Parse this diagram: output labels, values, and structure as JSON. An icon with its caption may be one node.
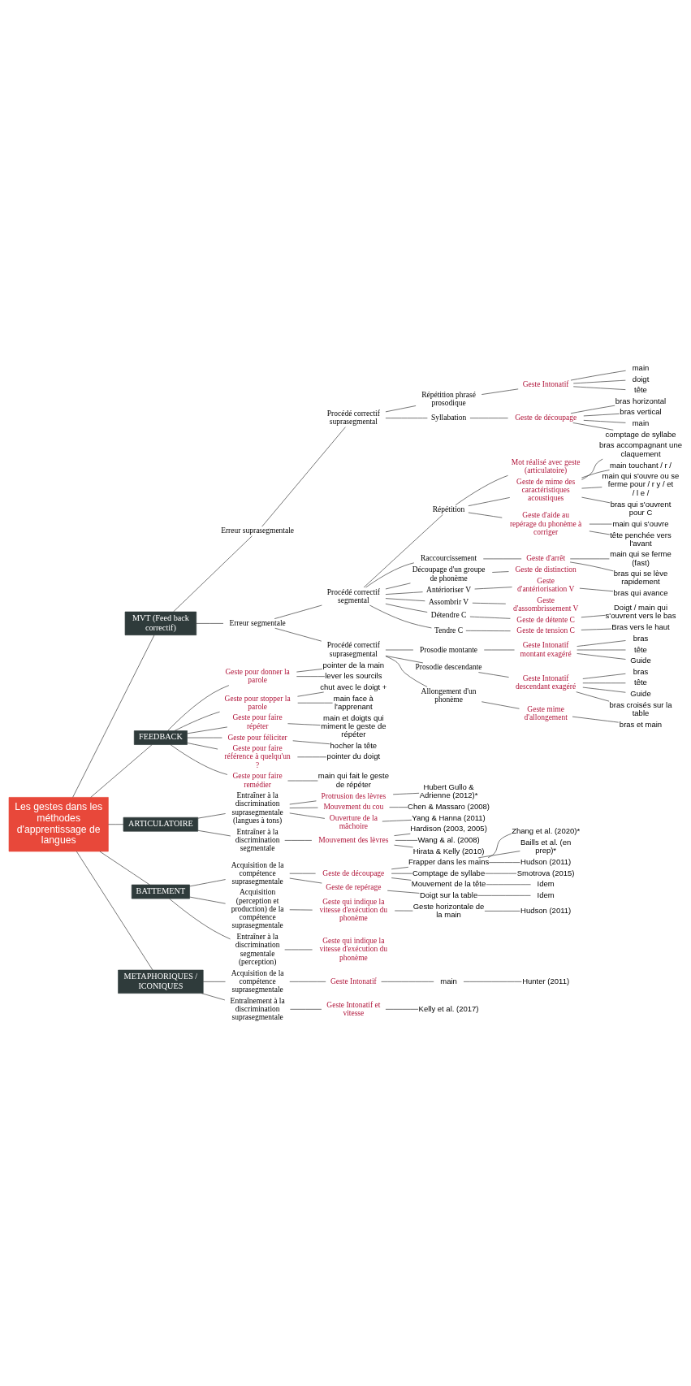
{
  "diagram": {
    "nodes": [
      {
        "text": [
          "Les gestes dans les méthodes d'apprentissage de langues"
        ]
      },
      {
        "text": [
          "MVT (Feed back correctif)"
        ]
      },
      {
        "text": [
          "Erreur suprasegmentale"
        ]
      },
      {
        "text": [
          "Procédé correctif suprasegmental"
        ]
      },
      {
        "text": [
          "Répétition phrasé prosodique"
        ]
      },
      {
        "text": [
          "Geste Intonatif"
        ]
      },
      {
        "text": [
          "main"
        ]
      },
      {
        "text": [
          "doigt"
        ]
      },
      {
        "text": [
          "tête"
        ]
      },
      {
        "text": [
          "Syllabation"
        ]
      },
      {
        "text": [
          "Geste de découpage"
        ]
      },
      {
        "text": [
          "bras horizontal"
        ]
      },
      {
        "text": [
          "bras vertical"
        ]
      },
      {
        "text": [
          "main"
        ]
      },
      {
        "text": [
          "comptage de syllabe"
        ]
      },
      {
        "text": [
          "Erreur segmentale"
        ]
      },
      {
        "text": [
          "Procédé correctif segmental"
        ]
      },
      {
        "text": [
          "Répétition"
        ]
      },
      {
        "text": [
          "Mot réalisé avec geste (articulatoire)"
        ]
      },
      {
        "text": [
          "Geste de mime des caractéristiques acoustiques"
        ]
      },
      {
        "text": [
          "bras accompagnant une claquement"
        ]
      },
      {
        "text": [
          "main touchant / r /"
        ]
      },
      {
        "text": [
          "main qui s'ouvre ou se ferme pour / r y / et / l e /"
        ]
      },
      {
        "text": [
          "bras qui s'ouvrent pour C"
        ]
      },
      {
        "text": [
          "Geste d'aide au repérage du phonème à corriger"
        ]
      },
      {
        "text": [
          "main qui s'ouvre"
        ]
      },
      {
        "text": [
          "tête penchée vers l'avant"
        ]
      },
      {
        "text": [
          "Raccourcissement"
        ]
      },
      {
        "text": [
          "Geste d'arrêt"
        ]
      },
      {
        "text": [
          "main qui se ferme (fast)"
        ]
      },
      {
        "text": [
          "bras qui se lève rapidement"
        ]
      },
      {
        "text": [
          "Découpage d'un groupe de phonème"
        ]
      },
      {
        "text": [
          "Geste de distinction"
        ]
      },
      {
        "text": [
          "Antérioriser V"
        ]
      },
      {
        "text": [
          "Geste d'antériorisation V"
        ]
      },
      {
        "text": [
          "bras qui avance"
        ]
      },
      {
        "text": [
          "Assombrir V"
        ]
      },
      {
        "text": [
          "Geste d'assombrissement V"
        ]
      },
      {
        "text": [
          "Détendre C"
        ]
      },
      {
        "text": [
          "Geste de détente C"
        ]
      },
      {
        "text": [
          "Doigt / main qui s'ouvrent vers le bas"
        ]
      },
      {
        "text": [
          "Tendre C"
        ]
      },
      {
        "text": [
          "Geste de tension C"
        ]
      },
      {
        "text": [
          "Bras vers le haut"
        ]
      },
      {
        "text": [
          "Procédé correctif suprasegmental"
        ]
      },
      {
        "text": [
          "Prosodie montante"
        ]
      },
      {
        "text": [
          "Geste Intonatif montant exagéré"
        ]
      },
      {
        "text": [
          "bras"
        ]
      },
      {
        "text": [
          "tête"
        ]
      },
      {
        "text": [
          "Guide"
        ]
      },
      {
        "text": [
          "Prosodie descendante"
        ]
      },
      {
        "text": [
          "Geste Intonatif descendant exagéré"
        ]
      },
      {
        "text": [
          "bras"
        ]
      },
      {
        "text": [
          "tête"
        ]
      },
      {
        "text": [
          "Guide"
        ]
      },
      {
        "text": [
          "bras croisés sur la table"
        ]
      },
      {
        "text": [
          "Allongement d'un phonème"
        ]
      },
      {
        "text": [
          "Geste mime d'allongement"
        ]
      },
      {
        "text": [
          "bras et main"
        ]
      },
      {
        "text": [
          "FEEDBACK"
        ]
      },
      {
        "text": [
          "Geste pour donner la parole"
        ]
      },
      {
        "text": [
          "pointer de la main"
        ]
      },
      {
        "text": [
          "lever les sourcils"
        ]
      },
      {
        "text": [
          "Geste pour stopper la parole"
        ]
      },
      {
        "text": [
          "chut avec le doigt +"
        ]
      },
      {
        "text": [
          "main face à l'apprenant"
        ]
      },
      {
        "text": [
          "Geste pour faire répéter"
        ]
      },
      {
        "text": [
          "main et doigts qui miment le geste de répéter"
        ]
      },
      {
        "text": [
          "Geste pour féliciter"
        ]
      },
      {
        "text": [
          "hocher la tête"
        ]
      },
      {
        "text": [
          "Geste pour faire référence à quelqu'un ?"
        ]
      },
      {
        "text": [
          "pointer du doigt"
        ]
      },
      {
        "text": [
          "Geste pour faire remédier"
        ]
      },
      {
        "text": [
          "main qui fait le geste de répéter"
        ]
      },
      {
        "text": [
          "ARTICULATOIRE"
        ]
      },
      {
        "text": [
          "Entraîner à la discrimination suprasegmentale (langues à tons)"
        ]
      },
      {
        "text": [
          "Protrusion des lèvres"
        ]
      },
      {
        "text": [
          "Hubert Gullo & Adrienne (2012)*"
        ]
      },
      {
        "text": [
          "Mouvement du cou"
        ]
      },
      {
        "text": [
          "Chen & Massaro (2008)"
        ]
      },
      {
        "text": [
          "Ouverture de la mâchoire"
        ]
      },
      {
        "text": [
          "Yang & Hanna (2011)"
        ]
      },
      {
        "text": [
          "Entraîner à la discrimination segmentale"
        ]
      },
      {
        "text": [
          "Mouvement des lèvres"
        ]
      },
      {
        "text": [
          "Hardison (2003, 2005)"
        ]
      },
      {
        "text": [
          "Wang & al. (2008)"
        ]
      },
      {
        "text": [
          "Hirata & Kelly (2010)"
        ]
      },
      {
        "text": [
          "BATTEMENT"
        ]
      },
      {
        "text": [
          "Acquisition de la compétence suprasegmentale"
        ]
      },
      {
        "text": [
          "Geste de découpage"
        ]
      },
      {
        "text": [
          "Frapper dans les mains"
        ]
      },
      {
        "text": [
          "Zhang et al. (2020)*"
        ]
      },
      {
        "text": [
          "Baills et al. (en prep)*"
        ]
      },
      {
        "text": [
          "Hudson (2011)"
        ]
      },
      {
        "text": [
          "Comptage de syllabe"
        ]
      },
      {
        "text": [
          "Smotrova (2015)"
        ]
      },
      {
        "text": [
          "Mouvement de la tête"
        ]
      },
      {
        "text": [
          "Idem"
        ]
      },
      {
        "text": [
          "Geste de repérage"
        ]
      },
      {
        "text": [
          "Doigt sur la table"
        ]
      },
      {
        "text": [
          "Idem"
        ]
      },
      {
        "text": [
          "Acquisition (perception et production) de la compétence suprasegmentale"
        ]
      },
      {
        "text": [
          "Geste qui indique la vitesse d'exécution du phonème"
        ]
      },
      {
        "text": [
          "Geste horizontale de la main"
        ]
      },
      {
        "text": [
          "Hudson (2011)"
        ]
      },
      {
        "text": [
          "Entraîner à la discrimination segmentale (perception)"
        ]
      },
      {
        "text": [
          "Geste qui indique la vitesse d'exécution du phonème"
        ]
      },
      {
        "text": [
          "METAPHORIQUES / ICONIQUES"
        ]
      },
      {
        "text": [
          "Acquisition de la compétence suprasegmentale"
        ]
      },
      {
        "text": [
          "Geste Intonatif"
        ]
      },
      {
        "text": [
          "main"
        ]
      },
      {
        "text": [
          "Hunter (2011)"
        ]
      },
      {
        "text": [
          "Entraînement à la discrimination suprasegmentale"
        ]
      },
      {
        "text": [
          "Geste Intonatif et vitesse"
        ]
      },
      {
        "text": [
          "Kelly et al. (2017)"
        ]
      }
    ],
    "edges": [
      {
        "from": 0,
        "to": 1,
        "arrow": "none"
      },
      {
        "from": 1,
        "to": 2,
        "arrow": "none"
      },
      {
        "from": 2,
        "to": 3,
        "arrow": "none"
      },
      {
        "from": 3,
        "to": 4,
        "arrow": "none"
      },
      {
        "from": 4,
        "to": 5,
        "arrow": "none"
      },
      {
        "from": 5,
        "to": 6,
        "arrow": "none"
      },
      {
        "from": 5,
        "to": 7,
        "arrow": "none"
      },
      {
        "from": 5,
        "to": 8,
        "arrow": "none"
      },
      {
        "from": 3,
        "to": 9,
        "arrow": "none"
      },
      {
        "from": 9,
        "to": 10,
        "arrow": "none"
      },
      {
        "from": 10,
        "to": 11,
        "arrow": "none"
      },
      {
        "from": 10,
        "to": 12,
        "arrow": "none"
      },
      {
        "from": 10,
        "to": 13,
        "arrow": "none"
      },
      {
        "from": 10,
        "to": 14,
        "arrow": "none"
      },
      {
        "from": 1,
        "to": 15,
        "arrow": "none"
      },
      {
        "from": 15,
        "to": 16,
        "arrow": "none"
      },
      {
        "from": 16,
        "to": 17,
        "arrow": "none"
      },
      {
        "from": 17,
        "to": 18,
        "arrow": "none"
      },
      {
        "from": 17,
        "to": 19,
        "arrow": "none"
      },
      {
        "from": 19,
        "to": 20,
        "arrow": "none"
      },
      {
        "from": 19,
        "to": 21,
        "arrow": "none"
      },
      {
        "from": 19,
        "to": 22,
        "arrow": "none"
      },
      {
        "from": 19,
        "to": 23,
        "arrow": "none"
      },
      {
        "from": 17,
        "to": 24,
        "arrow": "none"
      },
      {
        "from": 24,
        "to": 25,
        "arrow": "none"
      },
      {
        "from": 24,
        "to": 26,
        "arrow": "none"
      },
      {
        "from": 16,
        "to": 27,
        "arrow": "none"
      },
      {
        "from": 27,
        "to": 28,
        "arrow": "none"
      },
      {
        "from": 28,
        "to": 29,
        "arrow": "none"
      },
      {
        "from": 28,
        "to": 30,
        "arrow": "none"
      },
      {
        "from": 16,
        "to": 31,
        "arrow": "none"
      },
      {
        "from": 31,
        "to": 32,
        "arrow": "none"
      },
      {
        "from": 16,
        "to": 33,
        "arrow": "none"
      },
      {
        "from": 33,
        "to": 34,
        "arrow": "none"
      },
      {
        "from": 34,
        "to": 35,
        "arrow": "none"
      },
      {
        "from": 16,
        "to": 36,
        "arrow": "none"
      },
      {
        "from": 36,
        "to": 37,
        "arrow": "none"
      },
      {
        "from": 16,
        "to": 38,
        "arrow": "none"
      },
      {
        "from": 38,
        "to": 39,
        "arrow": "none"
      },
      {
        "from": 39,
        "to": 40,
        "arrow": "none"
      },
      {
        "from": 16,
        "to": 41,
        "arrow": "none"
      },
      {
        "from": 41,
        "to": 42,
        "arrow": "none"
      },
      {
        "from": 42,
        "to": 43,
        "arrow": "none"
      },
      {
        "from": 15,
        "to": 44,
        "arrow": "none"
      },
      {
        "from": 44,
        "to": 45,
        "arrow": "none"
      },
      {
        "from": 45,
        "to": 46,
        "arrow": "none"
      },
      {
        "from": 46,
        "to": 47,
        "arrow": "none"
      },
      {
        "from": 46,
        "to": 48,
        "arrow": "none"
      },
      {
        "from": 46,
        "to": 49,
        "arrow": "none"
      },
      {
        "from": 44,
        "to": 50,
        "arrow": "none"
      },
      {
        "from": 50,
        "to": 51,
        "arrow": "none"
      },
      {
        "from": 51,
        "to": 52,
        "arrow": "none"
      },
      {
        "from": 51,
        "to": 53,
        "arrow": "none"
      },
      {
        "from": 51,
        "to": 54,
        "arrow": "none"
      },
      {
        "from": 51,
        "to": 55,
        "arrow": "none"
      },
      {
        "from": 44,
        "to": 56,
        "arrow": "none"
      },
      {
        "from": 56,
        "to": 57,
        "arrow": "none"
      },
      {
        "from": 57,
        "to": 58,
        "arrow": "none"
      },
      {
        "from": 0,
        "to": 59,
        "arrow": "none"
      },
      {
        "from": 59,
        "to": 60,
        "arrow": "none"
      },
      {
        "from": 60,
        "to": 61,
        "arrow": "none"
      },
      {
        "from": 60,
        "to": 62,
        "arrow": "none"
      },
      {
        "from": 59,
        "to": 63,
        "arrow": "none"
      },
      {
        "from": 63,
        "to": 64,
        "arrow": "none"
      },
      {
        "from": 63,
        "to": 65,
        "arrow": "none"
      },
      {
        "from": 59,
        "to": 66,
        "arrow": "none"
      },
      {
        "from": 66,
        "to": 67,
        "arrow": "none"
      },
      {
        "from": 59,
        "to": 68,
        "arrow": "none"
      },
      {
        "from": 68,
        "to": 69,
        "arrow": "none"
      },
      {
        "from": 59,
        "to": 70,
        "arrow": "none"
      },
      {
        "from": 70,
        "to": 71,
        "arrow": "none"
      },
      {
        "from": 59,
        "to": 72,
        "arrow": "none"
      },
      {
        "from": 72,
        "to": 73,
        "arrow": "none"
      },
      {
        "from": 0,
        "to": 74,
        "arrow": "none"
      },
      {
        "from": 74,
        "to": 75,
        "arrow": "none"
      },
      {
        "from": 75,
        "to": 76,
        "arrow": "none"
      },
      {
        "from": 76,
        "to": 77,
        "arrow": "none"
      },
      {
        "from": 75,
        "to": 78,
        "arrow": "none"
      },
      {
        "from": 78,
        "to": 79,
        "arrow": "none"
      },
      {
        "from": 75,
        "to": 80,
        "arrow": "none"
      },
      {
        "from": 80,
        "to": 81,
        "arrow": "none"
      },
      {
        "from": 74,
        "to": 82,
        "arrow": "none"
      },
      {
        "from": 82,
        "to": 83,
        "arrow": "none"
      },
      {
        "from": 83,
        "to": 84,
        "arrow": "none"
      },
      {
        "from": 83,
        "to": 85,
        "arrow": "none"
      },
      {
        "from": 83,
        "to": 86,
        "arrow": "none"
      },
      {
        "from": 0,
        "to": 87,
        "arrow": "none"
      },
      {
        "from": 87,
        "to": 88,
        "arrow": "none"
      },
      {
        "from": 88,
        "to": 89,
        "arrow": "none"
      },
      {
        "from": 89,
        "to": 90,
        "arrow": "none"
      },
      {
        "from": 90,
        "to": 91,
        "arrow": "none"
      },
      {
        "from": 90,
        "to": 92,
        "arrow": "none"
      },
      {
        "from": 90,
        "to": 93,
        "arrow": "none"
      },
      {
        "from": 89,
        "to": 94,
        "arrow": "none"
      },
      {
        "from": 94,
        "to": 95,
        "arrow": "none"
      },
      {
        "from": 89,
        "to": 96,
        "arrow": "none"
      },
      {
        "from": 96,
        "to": 97,
        "arrow": "none"
      },
      {
        "from": 88,
        "to": 98,
        "arrow": "none"
      },
      {
        "from": 98,
        "to": 99,
        "arrow": "none"
      },
      {
        "from": 99,
        "to": 100,
        "arrow": "none"
      },
      {
        "from": 87,
        "to": 101,
        "arrow": "none"
      },
      {
        "from": 101,
        "to": 102,
        "arrow": "none"
      },
      {
        "from": 102,
        "to": 103,
        "arrow": "none"
      },
      {
        "from": 103,
        "to": 104,
        "arrow": "none"
      },
      {
        "from": 87,
        "to": 105,
        "arrow": "none"
      },
      {
        "from": 105,
        "to": 106,
        "arrow": "none"
      },
      {
        "from": 0,
        "to": 107,
        "arrow": "none"
      },
      {
        "from": 107,
        "to": 108,
        "arrow": "none"
      },
      {
        "from": 108,
        "to": 109,
        "arrow": "none"
      },
      {
        "from": 109,
        "to": 110,
        "arrow": "none"
      },
      {
        "from": 110,
        "to": 111,
        "arrow": "none"
      },
      {
        "from": 107,
        "to": 112,
        "arrow": "none"
      },
      {
        "from": 112,
        "to": 113,
        "arrow": "none"
      },
      {
        "from": 113,
        "to": 114,
        "arrow": "none"
      }
    ]
  }
}
